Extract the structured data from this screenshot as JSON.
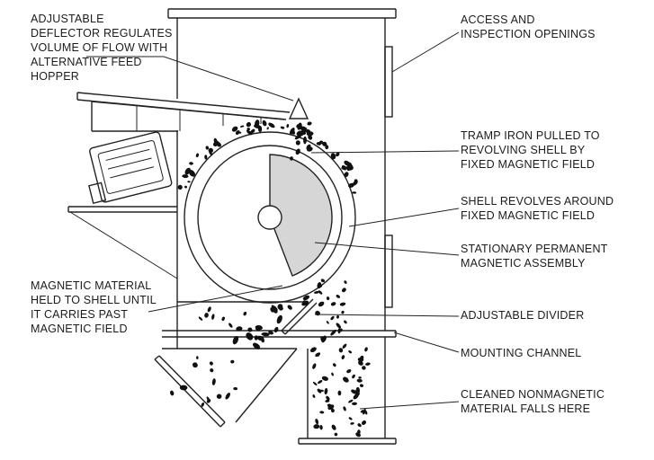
{
  "labels": {
    "deflector": [
      "ADJUSTABLE",
      "DEFLECTOR REGULATES",
      "VOLUME OF FLOW WITH",
      "ALTERNATIVE FEED",
      "HOPPER"
    ],
    "access": [
      "ACCESS AND",
      "INSPECTION OPENINGS"
    ],
    "tramp": [
      "TRAMP IRON PULLED TO",
      "REVOLVING SHELL BY",
      "FIXED MAGNETIC FIELD"
    ],
    "shell": [
      "SHELL REVOLVES AROUND",
      "FIXED MAGNETIC FIELD"
    ],
    "stationary": [
      "STATIONARY PERMANENT",
      "MAGNETIC ASSEMBLY"
    ],
    "magnetic_material": [
      "MAGNETIC MATERIAL",
      "HELD TO SHELL UNTIL",
      "IT CARRIES PAST",
      "MAGNETIC FIELD"
    ],
    "divider": [
      "ADJUSTABLE DIVIDER"
    ],
    "channel": [
      "MOUNTING CHANNEL"
    ],
    "cleaned": [
      "CLEANED NONMAGNETIC",
      "MATERIAL FALLS HERE"
    ]
  },
  "colors": {
    "line": "#222222",
    "magnet_fill": "#d6d6d6",
    "particle": "#111111",
    "text": "#1c1c1c"
  }
}
